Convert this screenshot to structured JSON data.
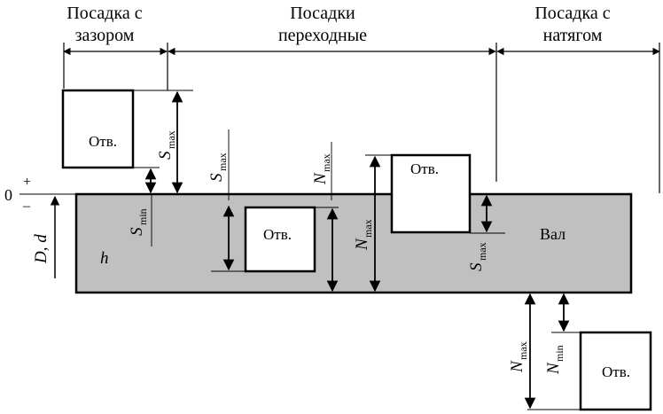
{
  "headers": {
    "clearance_line1": "Посадка с",
    "clearance_line2": "зазором",
    "transition_line1": "Посадки",
    "transition_line2": "переходные",
    "interference_line1": "Посадка с",
    "interference_line2": "натягом"
  },
  "axis": {
    "zero": "0",
    "plus": "+",
    "minus": "–",
    "size_label": "D, d"
  },
  "shaft": {
    "label": "Вал",
    "deviation": "h"
  },
  "hole_label": "Отв.",
  "dims": {
    "s_main": "S",
    "n_main": "N",
    "max_sub": "max",
    "min_sub": "min"
  }
}
